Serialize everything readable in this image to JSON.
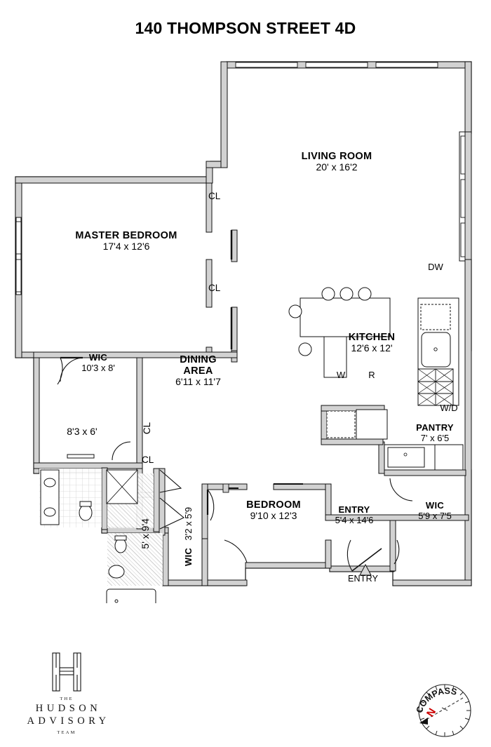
{
  "title": "140 THOMPSON STREET 4D",
  "rooms": [
    {
      "name": "LIVING ROOM",
      "dim": "20' x 16'2"
    },
    {
      "name": "MASTER BEDROOM",
      "dim": "17'4 x 12'6"
    },
    {
      "name": "KITCHEN",
      "dim": "12'6 x 12'"
    },
    {
      "name": "DINING AREA",
      "dim": "6'11 x 11'7"
    },
    {
      "name": "WIC",
      "dim": "10'3 x 8'"
    },
    {
      "name": "BEDROOM",
      "dim": "9'10 x 12'3"
    },
    {
      "name": "ENTRY",
      "dim": "5'4 x 14'6"
    },
    {
      "name": "WIC",
      "dim": "5'9 x 7'5"
    },
    {
      "name": "PANTRY",
      "dim": "7' x 6'5"
    },
    {
      "name": "WIC",
      "dim": "3'2 x 5'9"
    }
  ],
  "dining": {
    "line1": "DINING",
    "line2": "AREA",
    "dim": "6'11 x 11'7"
  },
  "bath_main": {
    "dim": "8'3 x 6'"
  },
  "bath_second": {
    "dim": "5' x 9'4"
  },
  "closets": {
    "label": "CL"
  },
  "appliances": {
    "dishwasher": "DW",
    "washer": "W",
    "refrigerator": "R",
    "washer_dryer": "W/D"
  },
  "entry_marker": {
    "label": "ENTRY"
  },
  "logo": {
    "monogram": "H",
    "the": "THE",
    "hudson": "HUDSON",
    "advisory": "ADVISORY",
    "team": "TEAM"
  },
  "compass": {
    "word": "COMPASS",
    "north": "N",
    "north_color": "#cc0000"
  },
  "colors": {
    "wall": "#000000",
    "wall_fill": "#d4d4d4",
    "text": "#000000",
    "background": "#ffffff"
  }
}
